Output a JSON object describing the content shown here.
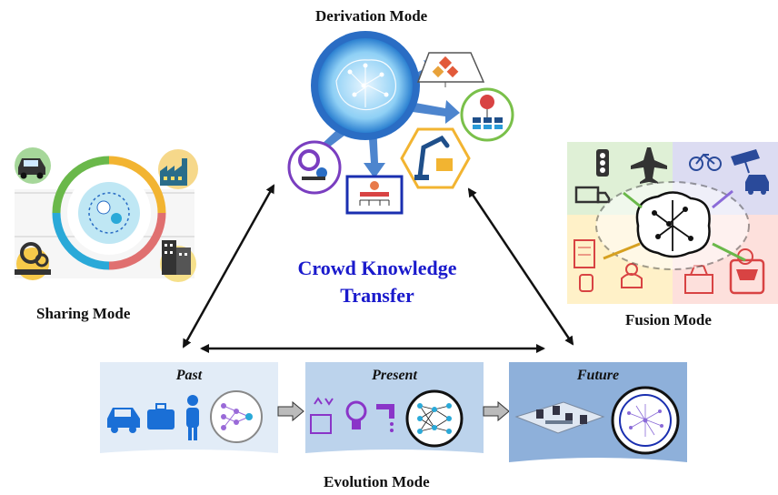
{
  "center_title": {
    "line1": "Crowd Knowledge",
    "line2": "Transfer"
  },
  "modes": {
    "derivation": "Derivation Mode",
    "sharing": "Sharing Mode",
    "fusion": "Fusion Mode",
    "evolution": "Evolution Mode"
  },
  "evolution_panels": [
    {
      "label": "Past"
    },
    {
      "label": "Present"
    },
    {
      "label": "Future"
    }
  ],
  "colors": {
    "title_blue": "#1a1acc",
    "arrow": "#111111",
    "icon_blue": "#1a6fd6",
    "icon_purple": "#8a35c8"
  }
}
